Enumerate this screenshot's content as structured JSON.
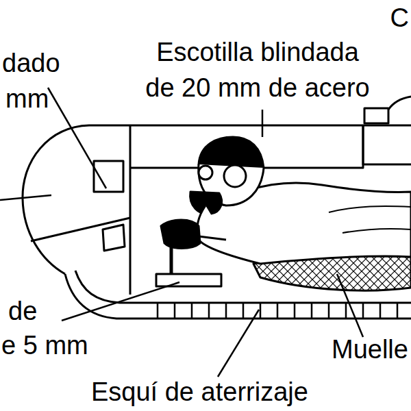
{
  "diagram": {
    "labels": [
      "C",
      "dado",
      "Escotilla blindada de 20 mm de acero",
      "mm",
      "de",
      "e 5 mm",
      "Muelle",
      "Esquí de aterrizaje"
    ]
  }
}
